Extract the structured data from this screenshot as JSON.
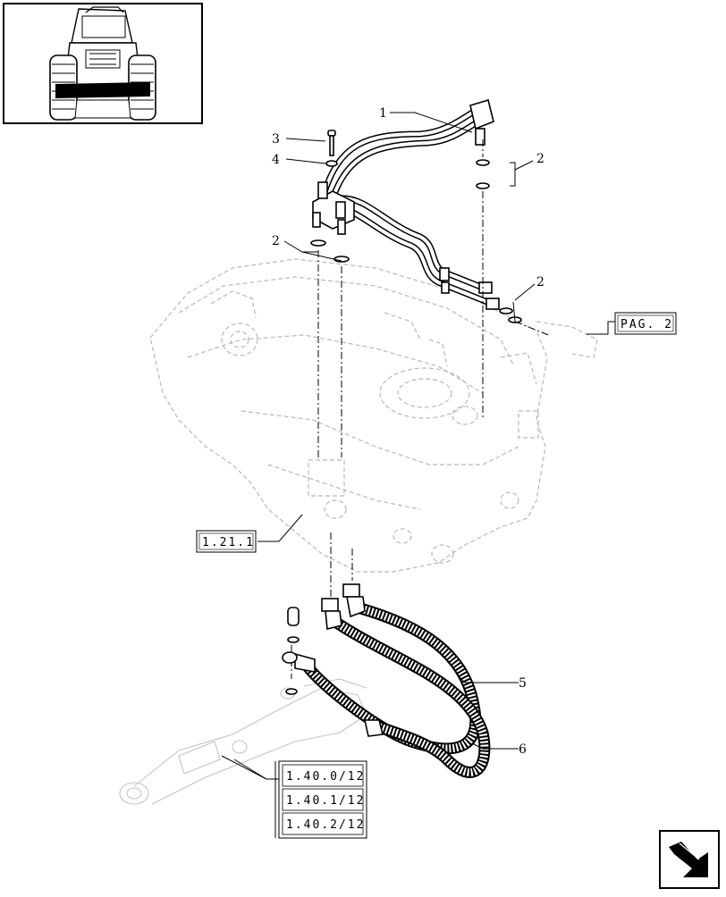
{
  "callouts": {
    "c1": "1",
    "c2a": "2",
    "c2b": "2",
    "c2c": "2",
    "c3": "3",
    "c4": "4",
    "c5": "5",
    "c6": "6"
  },
  "references": {
    "pag": "PAG. 2",
    "frame": "1.21.1",
    "lift_1": "1.40.0/12",
    "lift_2": "1.40.1/12",
    "lift_3": "1.40.2/12"
  },
  "icons": {
    "thumbnail": "tractor-rear-view-icon",
    "navigation": "next-page-arrow-icon"
  },
  "colors": {
    "ink": "#000000",
    "ghost_line": "#b8b8b8",
    "highlight_bar": "#000000"
  }
}
